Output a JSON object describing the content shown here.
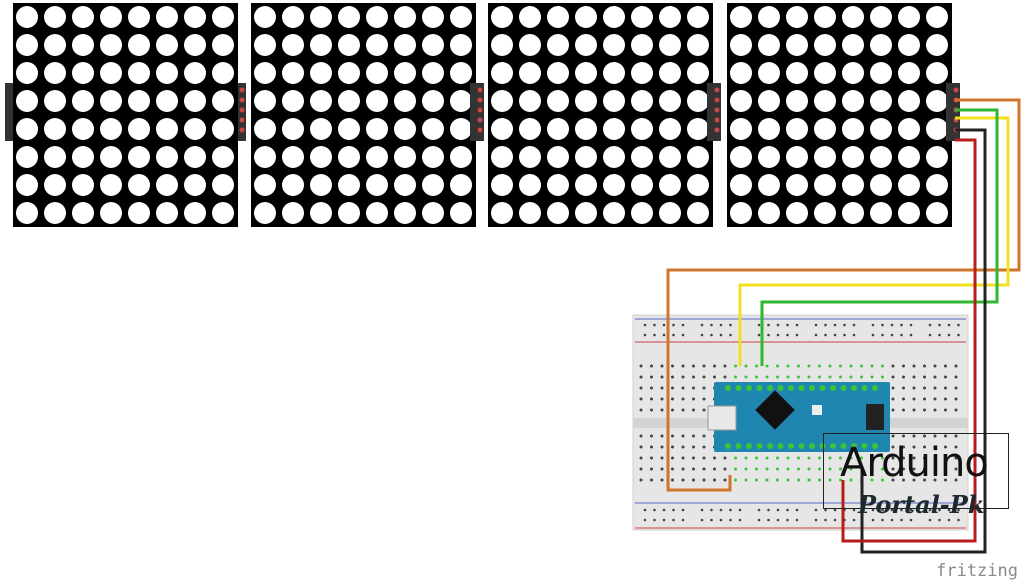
{
  "diagram": {
    "matrix_count": 4,
    "matrix_rows": 8,
    "matrix_cols": 8,
    "wires": [
      {
        "name": "orange-wire",
        "color": "#d0742a"
      },
      {
        "name": "green-wire",
        "color": "#2db82d"
      },
      {
        "name": "yellow-wire",
        "color": "#f0e020"
      },
      {
        "name": "black-wire",
        "color": "#222222"
      },
      {
        "name": "red-wire",
        "color": "#b81c1c"
      }
    ]
  },
  "watermark": {
    "title": "Arduino",
    "subtitle": "Portal-Pk"
  },
  "brand": "fritzing"
}
